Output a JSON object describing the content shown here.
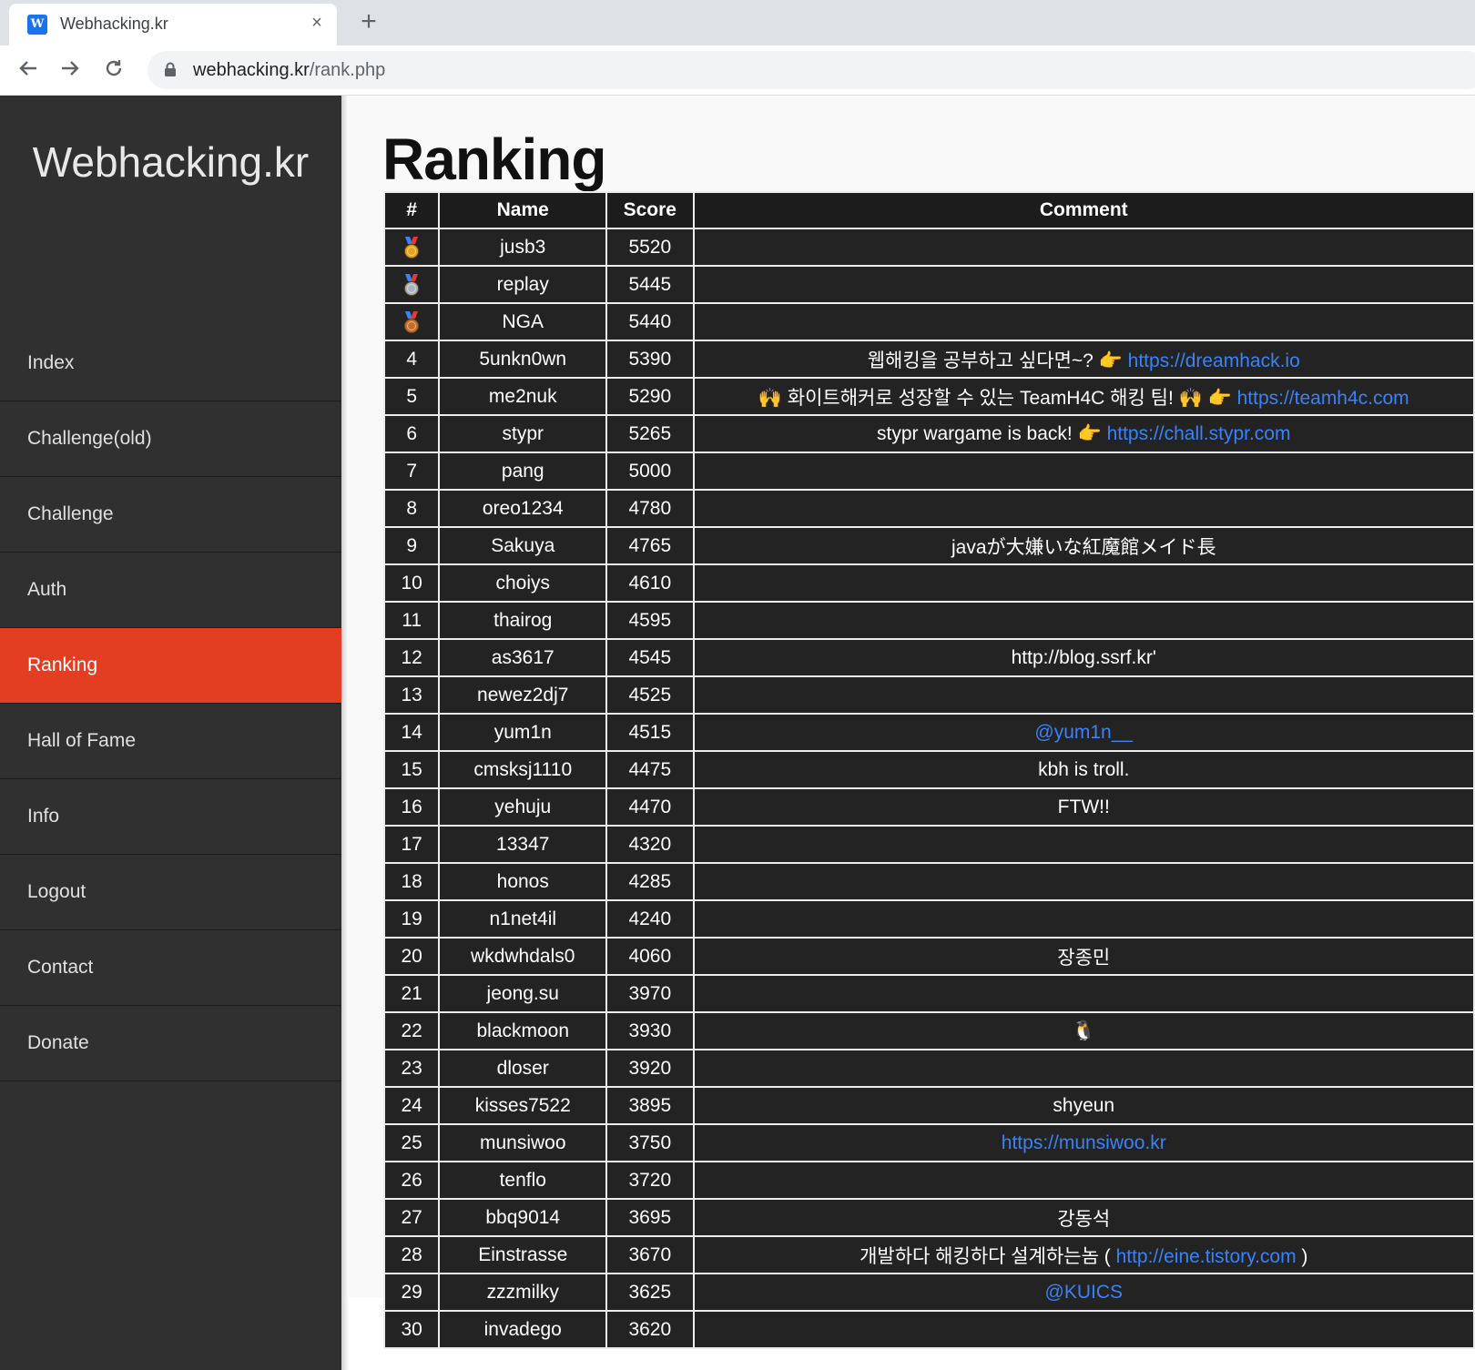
{
  "browser": {
    "tab_title": "Webhacking.kr",
    "favicon": "W",
    "new_tab_label": "+",
    "close_label": "×",
    "url_host": "webhacking.kr",
    "url_path": "/rank.php"
  },
  "sidebar": {
    "brand": "Webhacking.kr",
    "items": [
      {
        "label": "Index"
      },
      {
        "label": "Challenge(old)"
      },
      {
        "label": "Challenge"
      },
      {
        "label": "Auth"
      },
      {
        "label": "Ranking",
        "active": true
      },
      {
        "label": "Hall of Fame"
      },
      {
        "label": "Info"
      },
      {
        "label": "Logout"
      },
      {
        "label": "Contact"
      },
      {
        "label": "Donate"
      }
    ]
  },
  "page": {
    "title": "Ranking"
  },
  "colors": {
    "sidebar_bg": "#303030",
    "active_item": "#e43e22",
    "table_bg": "#232323",
    "link": "#3b82f6",
    "medal_gold": "#e8a21b",
    "medal_silver": "#a9b3bd",
    "medal_bronze": "#c86b2a"
  },
  "table": {
    "headers": [
      "#",
      "Name",
      "Score",
      "Comment"
    ],
    "rows": [
      {
        "rank": "",
        "medal": "gold-medal-icon",
        "name": "jusb3",
        "score": "5520",
        "comment": []
      },
      {
        "rank": "",
        "medal": "silver-medal-icon",
        "name": "replay",
        "score": "5445",
        "comment": []
      },
      {
        "rank": "",
        "medal": "bronze-medal-icon",
        "name": "NGA",
        "score": "5440",
        "comment": []
      },
      {
        "rank": "4",
        "name": "5unkn0wn",
        "score": "5390",
        "comment": [
          {
            "t": "웹해킹을 공부하고 싶다면~? 👉 "
          },
          {
            "t": "https://dreamhack.io",
            "link": true
          }
        ]
      },
      {
        "rank": "5",
        "name": "me2nuk",
        "score": "5290",
        "comment": [
          {
            "t": "🙌 화이트해커로 성장할 수 있는 TeamH4C 해킹 팀! 🙌 👉 "
          },
          {
            "t": "https://teamh4c.com",
            "link": true
          }
        ]
      },
      {
        "rank": "6",
        "name": "stypr",
        "score": "5265",
        "comment": [
          {
            "t": "stypr wargame is back! 👉 "
          },
          {
            "t": "https://chall.stypr.com",
            "link": true
          }
        ]
      },
      {
        "rank": "7",
        "name": "pang",
        "score": "5000",
        "comment": []
      },
      {
        "rank": "8",
        "name": "oreo1234",
        "score": "4780",
        "comment": []
      },
      {
        "rank": "9",
        "name": "Sakuya",
        "score": "4765",
        "comment": [
          {
            "t": "javaが大嫌いな紅魔館メイド長"
          }
        ]
      },
      {
        "rank": "10",
        "name": "choiys",
        "score": "4610",
        "comment": []
      },
      {
        "rank": "11",
        "name": "thairog",
        "score": "4595",
        "comment": []
      },
      {
        "rank": "12",
        "name": "as3617",
        "score": "4545",
        "comment": [
          {
            "t": "http://blog.ssrf.kr'"
          }
        ]
      },
      {
        "rank": "13",
        "name": "newez2dj7",
        "score": "4525",
        "comment": []
      },
      {
        "rank": "14",
        "name": "yum1n",
        "score": "4515",
        "comment": [
          {
            "t": "@yum1n__",
            "link": true
          }
        ]
      },
      {
        "rank": "15",
        "name": "cmsksj1110",
        "score": "4475",
        "comment": [
          {
            "t": "kbh is troll."
          }
        ]
      },
      {
        "rank": "16",
        "name": "yehuju",
        "score": "4470",
        "comment": [
          {
            "t": "FTW!!"
          }
        ]
      },
      {
        "rank": "17",
        "name": "13347",
        "score": "4320",
        "comment": []
      },
      {
        "rank": "18",
        "name": "honos",
        "score": "4285",
        "comment": []
      },
      {
        "rank": "19",
        "name": "n1net4il",
        "score": "4240",
        "comment": []
      },
      {
        "rank": "20",
        "name": "wkdwhdals0",
        "score": "4060",
        "comment": [
          {
            "t": "장종민"
          }
        ]
      },
      {
        "rank": "21",
        "name": "jeong.su",
        "score": "3970",
        "comment": []
      },
      {
        "rank": "22",
        "name": "blackmoon",
        "score": "3930",
        "comment": [
          {
            "t": "🐧"
          }
        ]
      },
      {
        "rank": "23",
        "name": "dloser",
        "score": "3920",
        "comment": []
      },
      {
        "rank": "24",
        "name": "kisses7522",
        "score": "3895",
        "comment": [
          {
            "t": "shyeun"
          }
        ]
      },
      {
        "rank": "25",
        "name": "munsiwoo",
        "score": "3750",
        "comment": [
          {
            "t": "https://munsiwoo.kr",
            "link": true
          }
        ]
      },
      {
        "rank": "26",
        "name": "tenflo",
        "score": "3720",
        "comment": []
      },
      {
        "rank": "27",
        "name": "bbq9014",
        "score": "3695",
        "comment": [
          {
            "t": "강동석"
          }
        ]
      },
      {
        "rank": "28",
        "name": "Einstrasse",
        "score": "3670",
        "comment": [
          {
            "t": "개발하다 해킹하다 설계하는놈 ( "
          },
          {
            "t": "http://eine.tistory.com",
            "link": true
          },
          {
            "t": " )"
          }
        ]
      },
      {
        "rank": "29",
        "name": "zzzmilky",
        "score": "3625",
        "comment": [
          {
            "t": "@KUICS",
            "link": true
          }
        ]
      },
      {
        "rank": "30",
        "name": "invadego",
        "score": "3620",
        "comment": []
      }
    ]
  }
}
